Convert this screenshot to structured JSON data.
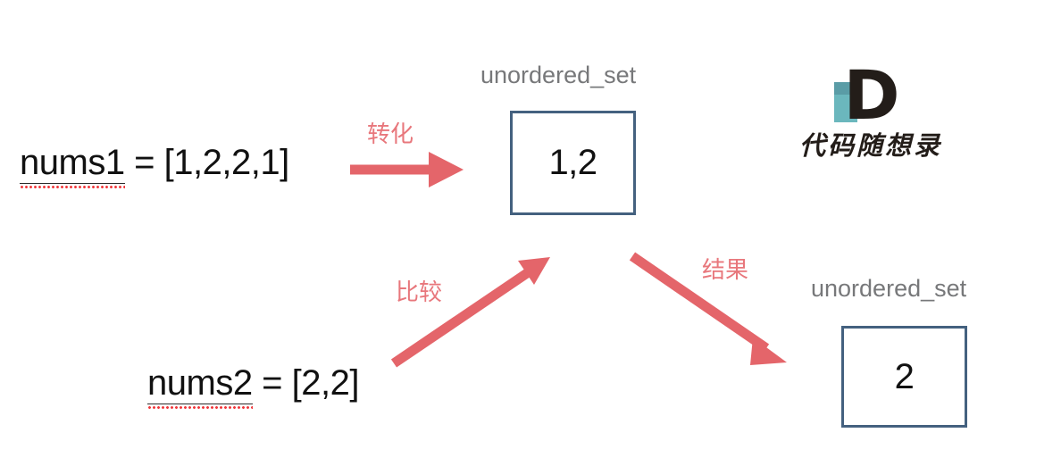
{
  "diagram": {
    "title": "unordered_set intersection diagram",
    "colors": {
      "arrow": "#e4656a",
      "arrow_label": "#e8777c",
      "box_border": "#44617f",
      "caption": "#77787a",
      "text": "#111111",
      "spellcheck_underline": "#f0383c",
      "logo_teal": "#6bb7bd",
      "logo_dark": "#231d19"
    }
  },
  "inputs": [
    {
      "id": "nums1",
      "varname": "nums1",
      "rest": " = [1,2,2,1]"
    },
    {
      "id": "nums2",
      "varname": "nums2",
      "rest": " = [2,2]"
    }
  ],
  "sets": [
    {
      "id": "set-top",
      "caption": "unordered_set",
      "value": "1,2"
    },
    {
      "id": "set-result",
      "caption": "unordered_set",
      "value": "2"
    }
  ],
  "arrows": [
    {
      "id": "convert",
      "label": "转化",
      "from": "nums1",
      "to": "set-top",
      "direction": "right"
    },
    {
      "id": "compare",
      "label": "比较",
      "from": "nums2",
      "to": "set-top",
      "direction": "up-right"
    },
    {
      "id": "result",
      "label": "结果",
      "from": "set-top",
      "to": "set-result",
      "direction": "down-right"
    }
  ],
  "logo": {
    "mark": "D",
    "text": "代码随想录"
  }
}
